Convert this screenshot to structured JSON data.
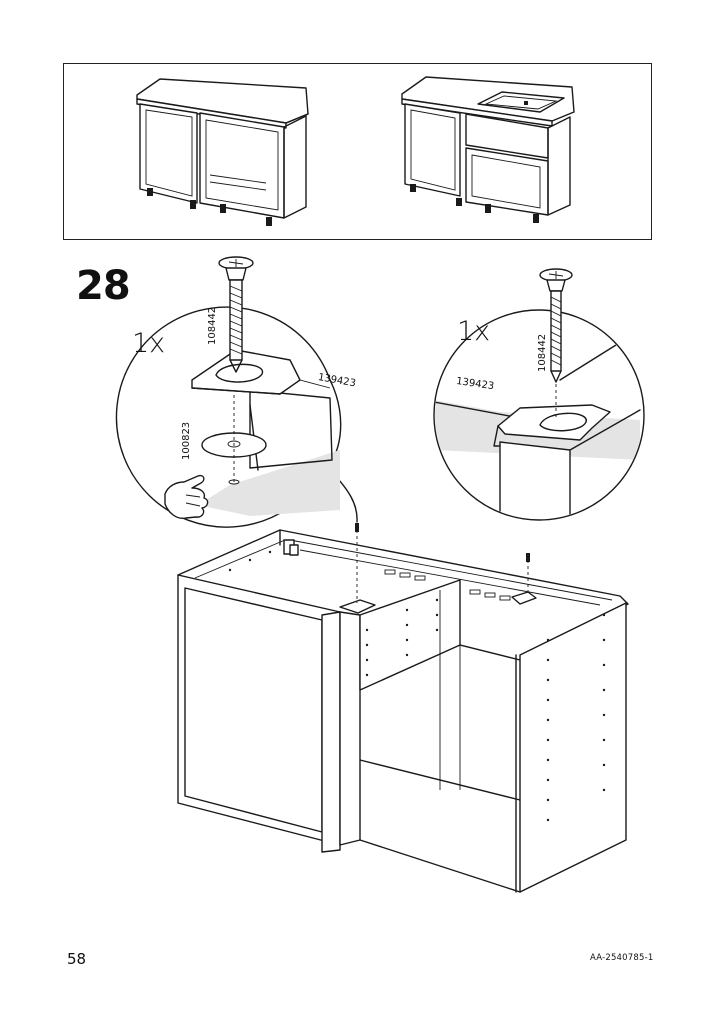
{
  "step": {
    "number": "28"
  },
  "details": {
    "left": {
      "quantity": "1x",
      "screw_part": "108442",
      "bracket_part": "139423",
      "washer_part": "100823"
    },
    "right": {
      "quantity": "1x",
      "screw_part": "108442",
      "bracket_part": "139423"
    }
  },
  "footer": {
    "page_number": "58",
    "document_code": "AA-2540785-1"
  },
  "icons": [
    "corner-cabinet-overview-illustration",
    "sink-cabinet-overview-illustration",
    "screw-icon",
    "pointing-hand-icon",
    "corner-bracket-illustration",
    "cabinet-frame-illustration"
  ]
}
